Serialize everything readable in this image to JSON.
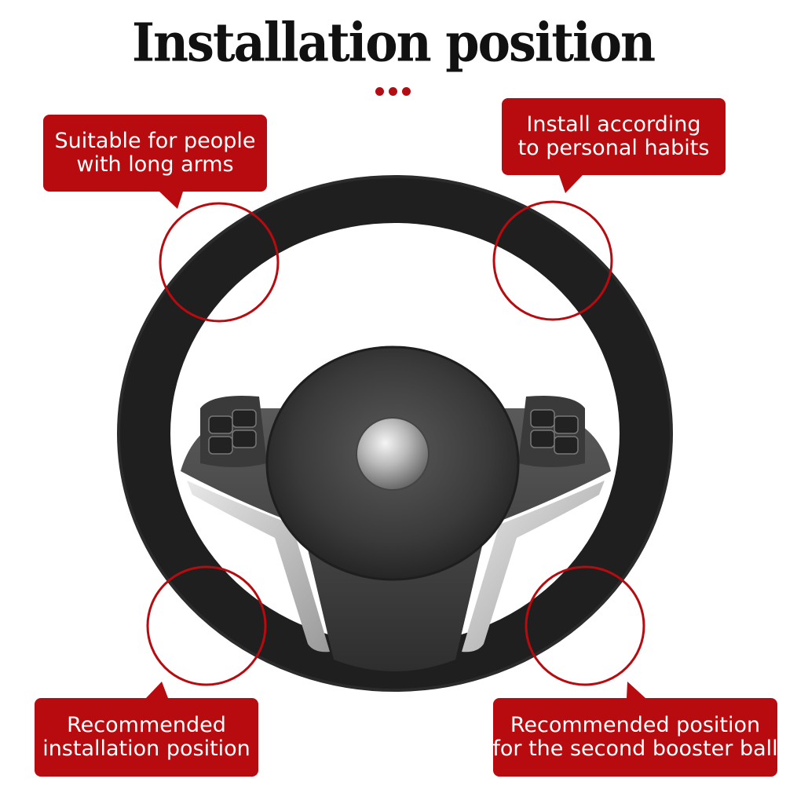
{
  "title": "Installation position",
  "callouts": {
    "top_left": [
      "Suitable for people",
      "with long arms"
    ],
    "top_right": [
      "Install according",
      "to personal habits"
    ],
    "bottom_left": [
      "Recommended",
      "installation position"
    ],
    "bottom_right": [
      "Recommended position",
      "for the second booster ball"
    ]
  },
  "colors": {
    "accent_red": "#b80b0f",
    "wheel_black": "#1c1c1c"
  },
  "icons": {
    "wheel": "steering-wheel",
    "marker": "red-circle-marker"
  }
}
